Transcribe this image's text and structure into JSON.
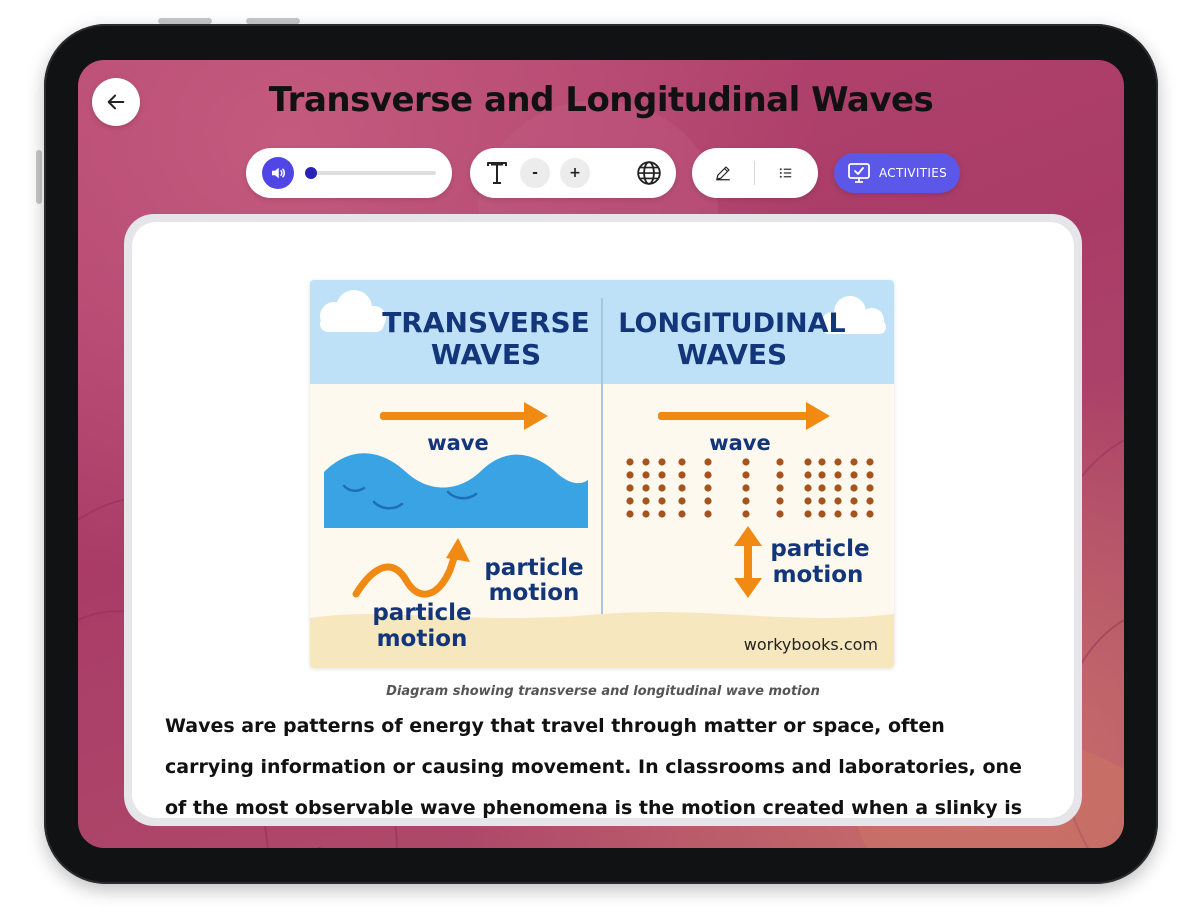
{
  "header": {
    "title": "Transverse and Longitudinal Waves",
    "back_icon": "arrow-left-icon"
  },
  "audio": {
    "play_icon": "speaker-icon",
    "progress": 0.0
  },
  "text_tools": {
    "font_icon": "text-size-icon",
    "decrease_label": "-",
    "increase_label": "+",
    "language_icon": "globe-icon"
  },
  "tools": {
    "pencil_icon": "pencil-icon",
    "list_icon": "list-icon"
  },
  "activities": {
    "label": "ACTIVITIES",
    "icon": "monitor-check-icon"
  },
  "diagram": {
    "left_title_1": "TRANSVERSE",
    "left_title_2": "WAVES",
    "right_title_1": "LONGITUDINAL",
    "right_title_2": "WAVES",
    "left_wave_label": "wave",
    "right_wave_label": "wave",
    "left_motion_1_line1": "particle",
    "left_motion_1_line2": "motion",
    "left_motion_2_line1": "particle",
    "left_motion_2_line2": "motion",
    "right_motion_line1": "particle",
    "right_motion_line2": "motion",
    "watermark": "workybooks.com"
  },
  "caption": "Diagram showing transverse and longitudinal wave motion",
  "body_text": "Waves are patterns of energy that travel through matter or space, often carrying information or causing movement. In classrooms and laboratories, one of the most observable wave phenomena is the motion created when a slinky is moved",
  "colors": {
    "accent": "#5b57e8",
    "play": "#4f46e5",
    "background": "#b0436c",
    "diagram_title": "#13357a",
    "arrow": "#f08a12",
    "wave": "#3aa3e4",
    "dots": "#a5531f"
  }
}
